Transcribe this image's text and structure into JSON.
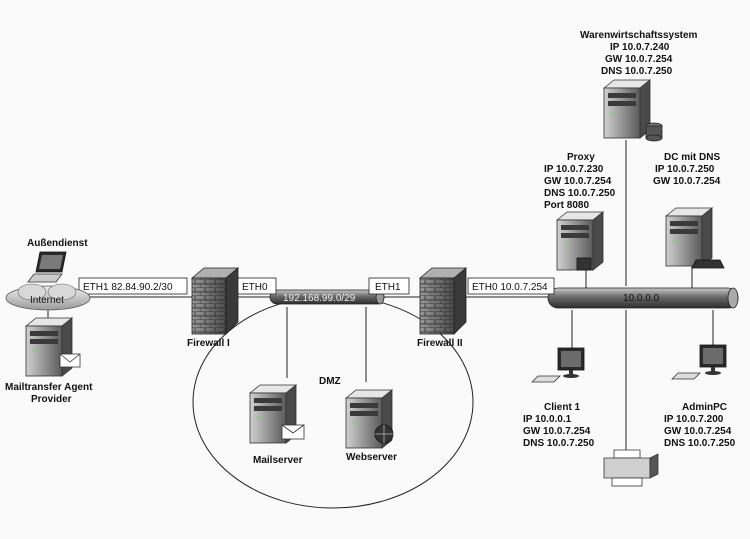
{
  "servers": {
    "warenwirtschaft": {
      "name": "Warenwirtschaftssystem",
      "ip": "IP 10.0.7.240",
      "gw": "GW 10.0.7.254",
      "dns": "DNS 10.0.7.250"
    },
    "proxy": {
      "name": "Proxy",
      "ip": "IP 10.0.7.230",
      "gw": "GW 10.0.7.254",
      "dns": "DNS 10.0.7.250",
      "port": "Port 8080"
    },
    "dc": {
      "name": "DC mit DNS",
      "ip": "IP 10.0.7.250",
      "gw": "GW 10.0.7.254"
    },
    "mailtransfer": {
      "line1": "Mailtransfer Agent",
      "line2": "Provider"
    },
    "mailserver": {
      "name": "Mailserver"
    },
    "webserver": {
      "name": "Webserver"
    }
  },
  "clients": {
    "aussendienst": {
      "name": "Außendienst"
    },
    "client1": {
      "name": "Client 1",
      "ip": "IP 10.0.0.1",
      "gw": "GW 10.0.7.254",
      "dns": "DNS 10.0.7.250"
    },
    "adminpc": {
      "name": "AdminPC",
      "ip": "IP 10.0.7.200",
      "gw": "GW 10.0.7.254",
      "dns": "DNS 10.0.7.250"
    }
  },
  "firewalls": {
    "fw1": {
      "name": "Firewall I"
    },
    "fw2": {
      "name": "Firewall II"
    }
  },
  "interfaces": {
    "eth1_external": "ETH1 82.84.90.2/30",
    "eth0_fw1": "ETH0",
    "eth1_fw2": "ETH1",
    "eth0_internal": "ETH0 10.0.7.254"
  },
  "networks": {
    "internet": "Internet",
    "dmz_subnet": "192.168.99.0/29",
    "lan": "10.0.0.0",
    "dmz_label": "DMZ"
  }
}
